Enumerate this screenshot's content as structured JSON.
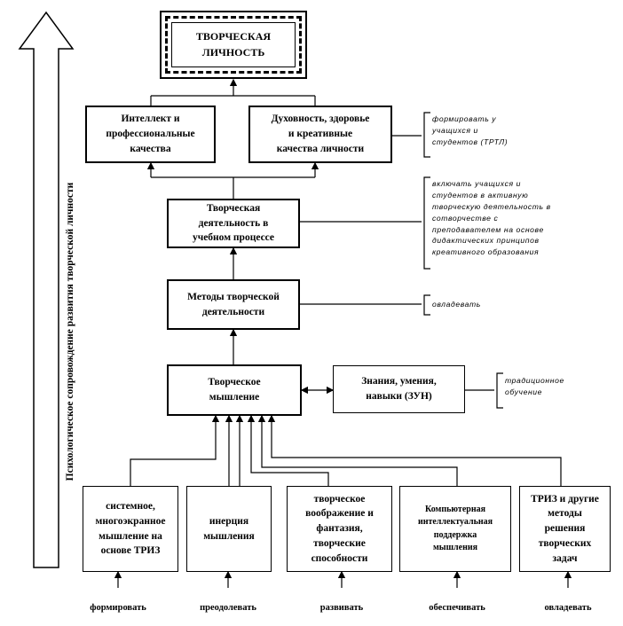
{
  "nodes": {
    "creative_personality": "ТВОРЧЕСКАЯ\nЛИЧНОСТЬ",
    "intellect": "Интеллект и\nпрофессиональные\nкачества",
    "spirituality": "Духовность, здоровье\nи креативные\nкачества личности",
    "creative_activity": "Творческая\nдеятельность в\nучебном процессе",
    "methods": "Методы творческой\nдеятельности",
    "creative_thinking": "Творческое\nмышление",
    "zun": "Знания, умения,\nнавыки (ЗУН)",
    "systemic": "системное,\nмногоэкранное\nмышление на\nоснове ТРИЗ",
    "inertia": "инерция\nмышления",
    "imagination": "творческое\nвоображение и\nфантазия,\nтворческие\nспособности",
    "computer": "Компьютерная\nинтеллектуальная\nподдержка\nмышления",
    "triz": "ТРИЗ и другие\nметоды\nрешения\nтворческих\nзадач"
  },
  "notes": {
    "form_students": "формировать у\nучащихся и\nстудентов (ТРТЛ)",
    "involve": "включать учащихся и\nстудентов в активную\nтворческую деятельность в\nсотворчестве с\nпреподавателем на основе\nдидактических принципов\nкреативного образования",
    "master": "овладевать",
    "traditional": "традиционное\nобучение"
  },
  "verbs": {
    "form": "формировать",
    "overcome": "преодолевать",
    "develop": "развивать",
    "provide": "обеспечивать",
    "master": "овладевать"
  },
  "side_label": "Психологическое сопровождение развития творческой личности"
}
